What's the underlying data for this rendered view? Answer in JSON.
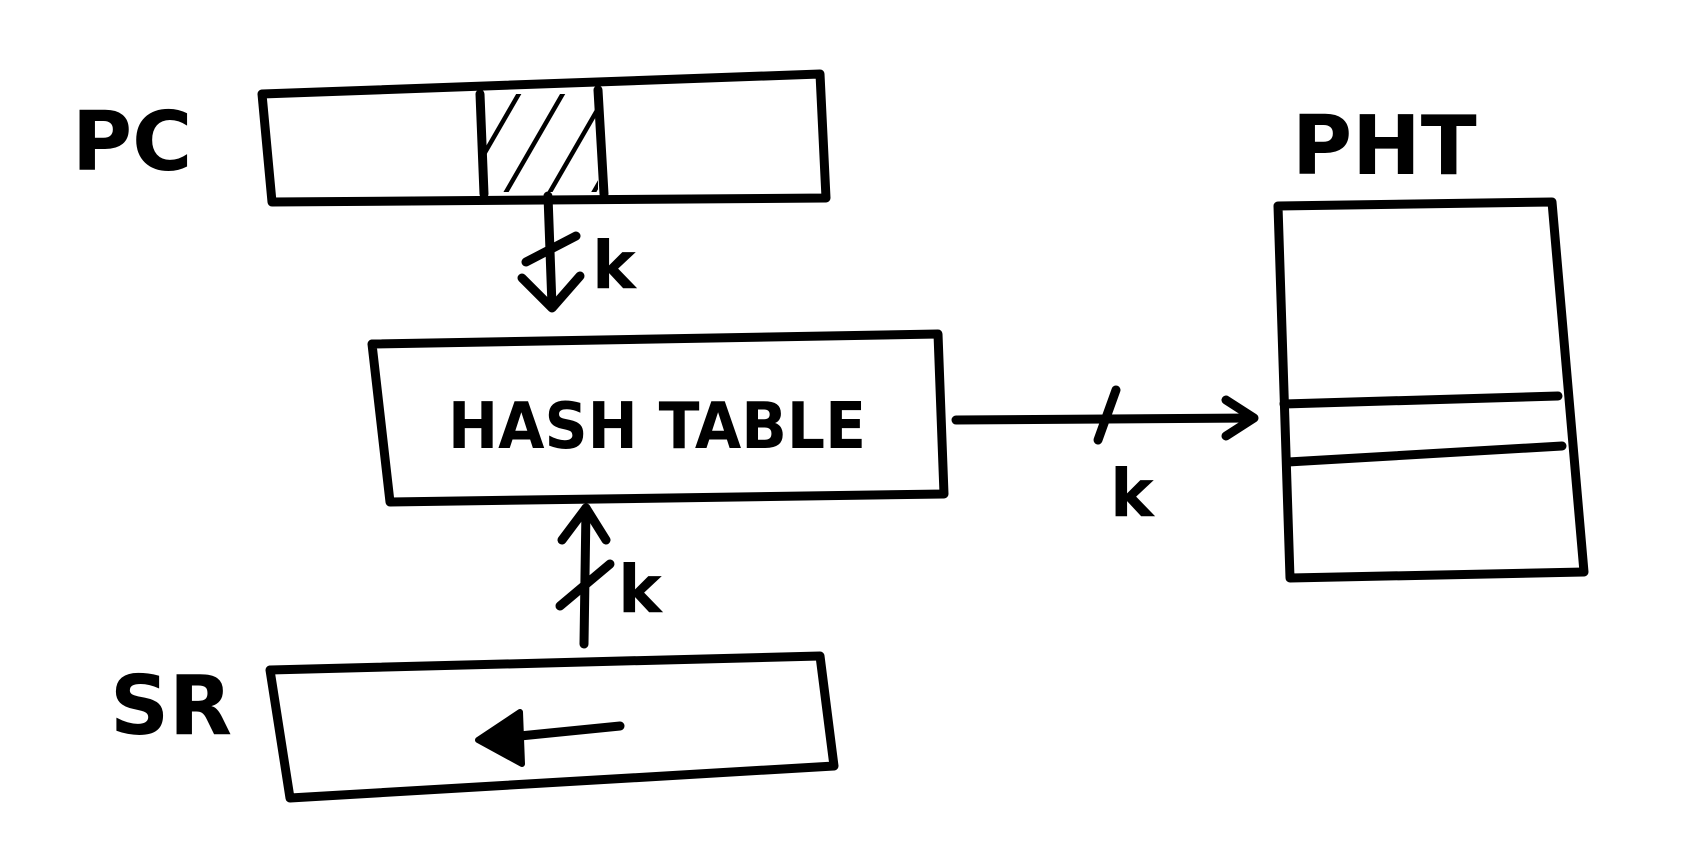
{
  "labels": {
    "pc": "PC",
    "pht": "PHT",
    "sr": "SR",
    "hash_table": "HASH TABLE",
    "width_pc": "k",
    "width_sr": "k",
    "width_pht": "k"
  },
  "colors": {
    "ink": "#000000",
    "paper": "#ffffff"
  }
}
